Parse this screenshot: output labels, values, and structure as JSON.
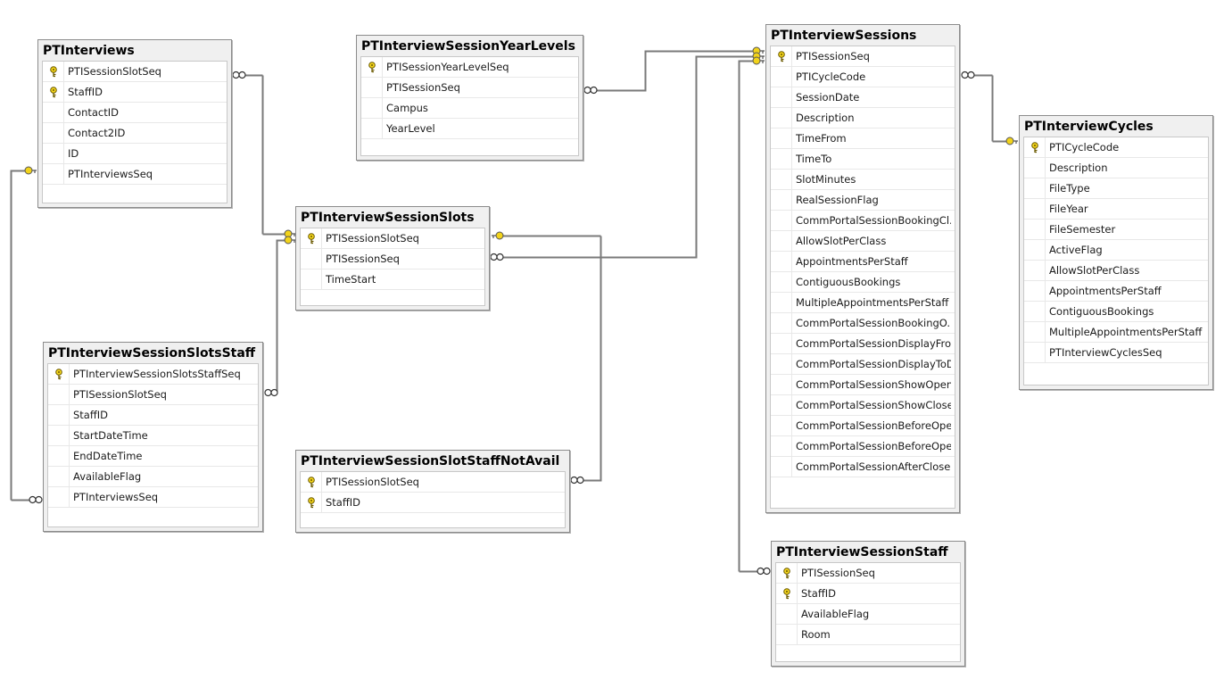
{
  "diagram": {
    "tables": [
      {
        "id": "pti",
        "name": "PTInterviews",
        "columns": [
          {
            "name": "PTISessionSlotSeq",
            "pk": true
          },
          {
            "name": "StaffID",
            "pk": true
          },
          {
            "name": "ContactID",
            "pk": false
          },
          {
            "name": "Contact2ID",
            "pk": false
          },
          {
            "name": "ID",
            "pk": false
          },
          {
            "name": "PTInterviewsSeq",
            "pk": false
          }
        ]
      },
      {
        "id": "yl",
        "name": "PTInterviewSessionYearLevels",
        "columns": [
          {
            "name": "PTISessionYearLevelSeq",
            "pk": true
          },
          {
            "name": "PTISessionSeq",
            "pk": false
          },
          {
            "name": "Campus",
            "pk": false
          },
          {
            "name": "YearLevel",
            "pk": false
          }
        ]
      },
      {
        "id": "sess",
        "name": "PTInterviewSessions",
        "columns": [
          {
            "name": "PTISessionSeq",
            "pk": true
          },
          {
            "name": "PTICycleCode",
            "pk": false
          },
          {
            "name": "SessionDate",
            "pk": false
          },
          {
            "name": "Description",
            "pk": false
          },
          {
            "name": "TimeFrom",
            "pk": false
          },
          {
            "name": "TimeTo",
            "pk": false
          },
          {
            "name": "SlotMinutes",
            "pk": false
          },
          {
            "name": "RealSessionFlag",
            "pk": false
          },
          {
            "name": "CommPortalSessionBookingCl...",
            "pk": false
          },
          {
            "name": "AllowSlotPerClass",
            "pk": false
          },
          {
            "name": "AppointmentsPerStaff",
            "pk": false
          },
          {
            "name": "ContiguousBookings",
            "pk": false
          },
          {
            "name": "MultipleAppointmentsPerStaff",
            "pk": false
          },
          {
            "name": "CommPortalSessionBookingO...",
            "pk": false
          },
          {
            "name": "CommPortalSessionDisplayFro...",
            "pk": false
          },
          {
            "name": "CommPortalSessionDisplayToD...",
            "pk": false
          },
          {
            "name": "CommPortalSessionShowOpen...",
            "pk": false
          },
          {
            "name": "CommPortalSessionShowClose...",
            "pk": false
          },
          {
            "name": "CommPortalSessionBeforeOpe...",
            "pk": false
          },
          {
            "name": "CommPortalSessionBeforeOpe...",
            "pk": false
          },
          {
            "name": "CommPortalSessionAfterClose...",
            "pk": false
          }
        ]
      },
      {
        "id": "cyc",
        "name": "PTInterviewCycles",
        "columns": [
          {
            "name": "PTICycleCode",
            "pk": true
          },
          {
            "name": "Description",
            "pk": false
          },
          {
            "name": "FileType",
            "pk": false
          },
          {
            "name": "FileYear",
            "pk": false
          },
          {
            "name": "FileSemester",
            "pk": false
          },
          {
            "name": "ActiveFlag",
            "pk": false
          },
          {
            "name": "AllowSlotPerClass",
            "pk": false
          },
          {
            "name": "AppointmentsPerStaff",
            "pk": false
          },
          {
            "name": "ContiguousBookings",
            "pk": false
          },
          {
            "name": "MultipleAppointmentsPerStaff",
            "pk": false
          },
          {
            "name": "PTInterviewCyclesSeq",
            "pk": false
          }
        ]
      },
      {
        "id": "slots",
        "name": "PTInterviewSessionSlots",
        "columns": [
          {
            "name": "PTISessionSlotSeq",
            "pk": true
          },
          {
            "name": "PTISessionSeq",
            "pk": false
          },
          {
            "name": "TimeStart",
            "pk": false
          }
        ]
      },
      {
        "id": "sstaff",
        "name": "PTInterviewSessionSlotsStaff",
        "columns": [
          {
            "name": "PTInterviewSessionSlotsStaffSeq",
            "pk": true
          },
          {
            "name": "PTISessionSlotSeq",
            "pk": false
          },
          {
            "name": "StaffID",
            "pk": false
          },
          {
            "name": "StartDateTime",
            "pk": false
          },
          {
            "name": "EndDateTime",
            "pk": false
          },
          {
            "name": "AvailableFlag",
            "pk": false
          },
          {
            "name": "PTInterviewsSeq",
            "pk": false
          }
        ]
      },
      {
        "id": "na",
        "name": "PTInterviewSessionSlotStaffNotAvail",
        "columns": [
          {
            "name": "PTISessionSlotSeq",
            "pk": true
          },
          {
            "name": "StaffID",
            "pk": true
          }
        ]
      },
      {
        "id": "sesstaff",
        "name": "PTInterviewSessionStaff",
        "columns": [
          {
            "name": "PTISessionSeq",
            "pk": true
          },
          {
            "name": "StaffID",
            "pk": true
          },
          {
            "name": "AvailableFlag",
            "pk": false
          },
          {
            "name": "Room",
            "pk": false
          }
        ]
      }
    ],
    "relationships": [
      {
        "from": "pti",
        "to": "slots"
      },
      {
        "from": "yl",
        "to": "sess"
      },
      {
        "from": "slots",
        "to": "sess"
      },
      {
        "from": "sess",
        "to": "cyc"
      },
      {
        "from": "sstaff",
        "to": "slots"
      },
      {
        "from": "sstaff",
        "to": "pti"
      },
      {
        "from": "na",
        "to": "slots"
      },
      {
        "from": "sesstaff",
        "to": "sess"
      }
    ]
  }
}
